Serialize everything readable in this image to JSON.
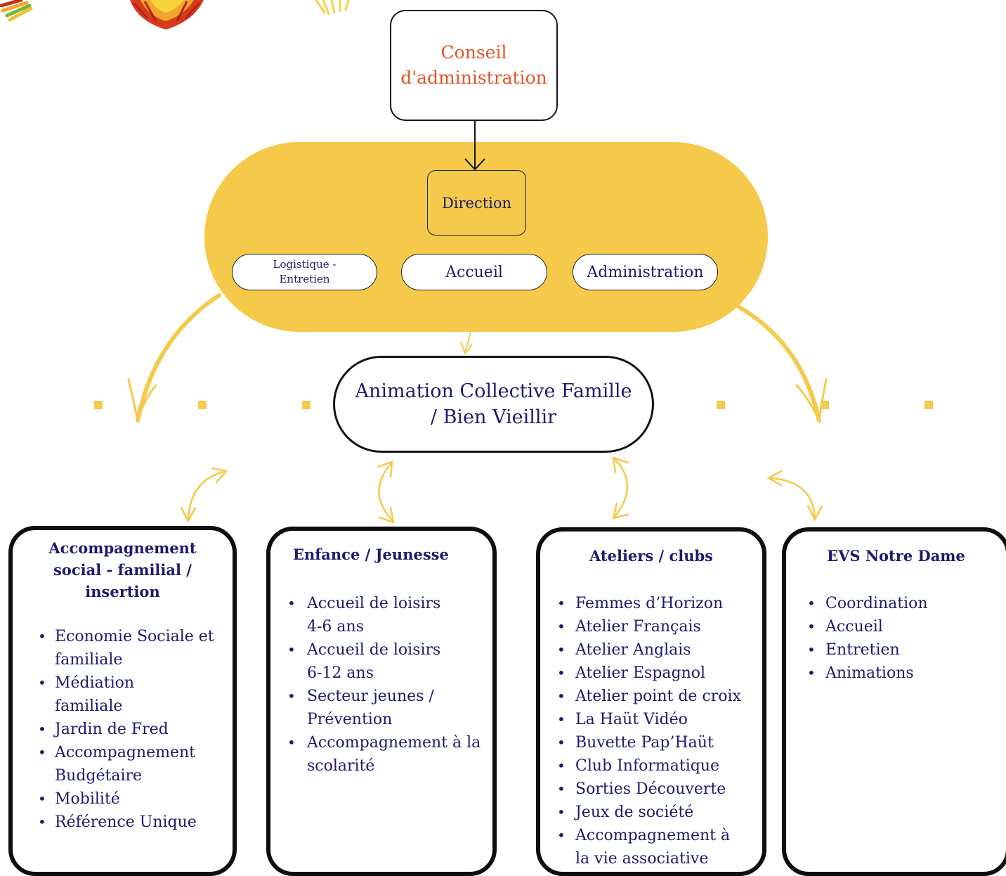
{
  "conseil": "Conseil d'administration",
  "direction": "Direction",
  "services": {
    "logistique": "Logistique - Entretien",
    "accueil": "Accueil",
    "administration": "Administration"
  },
  "central": {
    "line1": "Animation Collective Famille",
    "line2": "/ Bien Vieillir"
  },
  "poles": [
    {
      "title": "Accompagnement social - familial / insertion",
      "items": [
        "Economie Sociale et familiale",
        "Médiation familiale",
        "Jardin de Fred",
        "Accompagnement Budgétaire",
        "Mobilité",
        "Référence Unique"
      ]
    },
    {
      "title": "Enfance / Jeunesse",
      "items": [
        "Accueil de loisirs 4-6 ans",
        "Accueil de loisirs 6-12 ans",
        "Secteur jeunes / Prévention",
        "Accompagnement à la scolarité"
      ]
    },
    {
      "title": "Ateliers / clubs",
      "items": [
        "Femmes d’Horizon",
        "Atelier Français",
        "Atelier Anglais",
        "Atelier Espagnol",
        "Atelier point de croix",
        "La Haüt Vidéo",
        "Buvette Pap’Haüt",
        "Club Informatique",
        "Sorties Découverte",
        "Jeux de société",
        "Accompagnement à la vie associative"
      ]
    },
    {
      "title": "EVS Notre Dame",
      "items": [
        "Coordination",
        "Accueil",
        "Entretien",
        "Animations"
      ]
    }
  ],
  "colors": {
    "accent": "#f5c94a",
    "title_red": "#e25425",
    "text_navy": "#1c1a6e"
  }
}
